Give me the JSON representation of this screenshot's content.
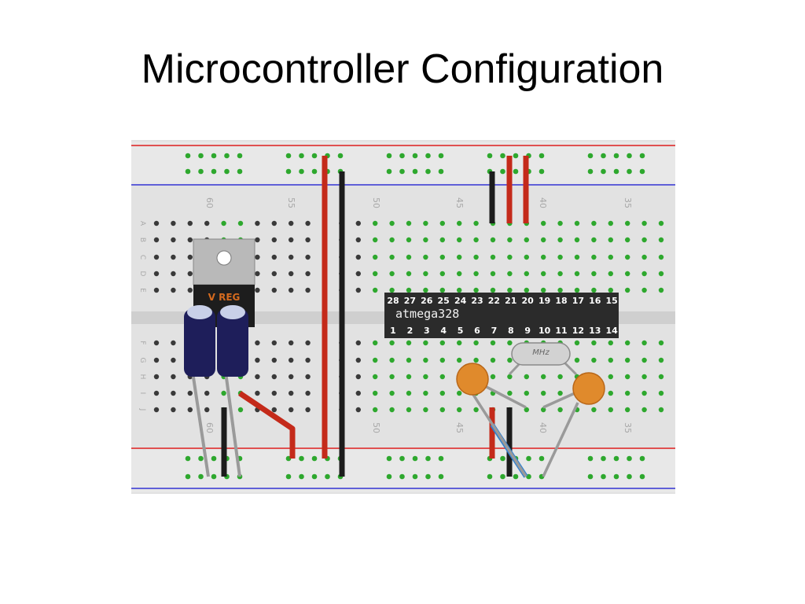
{
  "slide": {
    "title": "Microcontroller Configuration"
  },
  "breadboard": {
    "column_numbers_top": [
      "60",
      "55",
      "50",
      "45",
      "40",
      "35"
    ],
    "column_numbers_bottom": [
      "60",
      "50",
      "45",
      "40",
      "35"
    ],
    "row_letters_top": [
      "A",
      "B",
      "C",
      "D",
      "E"
    ],
    "row_letters_bottom": [
      "F",
      "G",
      "H",
      "I",
      "J"
    ],
    "colors": {
      "board": "#e2e2e2",
      "rail_red": "#e05050",
      "rail_blue": "#6060d8",
      "hole": "#3a3a3a",
      "active_hole": "#2ea82e",
      "wire_red": "#c42a1a",
      "wire_black": "#1c1c1c",
      "wire_blue": "#2f7fd0",
      "lead_gray": "#9a9a9a",
      "cap_orange": "#e08a2c",
      "cap_blue": "#1e1e5a"
    }
  },
  "regulator": {
    "label": "V REG"
  },
  "chip": {
    "name": "atmega328",
    "top_pins": [
      "28",
      "27",
      "26",
      "25",
      "24",
      "23",
      "22",
      "21",
      "20",
      "19",
      "18",
      "17",
      "16",
      "15"
    ],
    "bottom_pins": [
      "1",
      "2",
      "3",
      "4",
      "5",
      "6",
      "7",
      "8",
      "9",
      "10",
      "11",
      "12",
      "13",
      "14"
    ]
  },
  "crystal": {
    "label": "MHz"
  }
}
